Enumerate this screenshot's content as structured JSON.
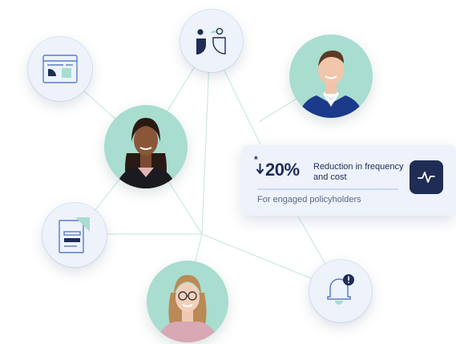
{
  "stat_card": {
    "asterisk": "*",
    "value": "20%",
    "direction": "down",
    "description": "Reduction in frequency and cost",
    "subtext": "For engaged policyholders",
    "icon": "activity-pulse-icon"
  },
  "nodes": {
    "top_center_icon": "people-group-icon",
    "left_top_icon": "dashboard-window-icon",
    "left_mid_icon": "document-icon",
    "bottom_right_icon": "notification-bell-alert-icon"
  },
  "colors": {
    "navy": "#1f2d54",
    "mint": "#a8ddcf",
    "node_bg": "#edf2fb",
    "connector": "#cde9e2"
  }
}
